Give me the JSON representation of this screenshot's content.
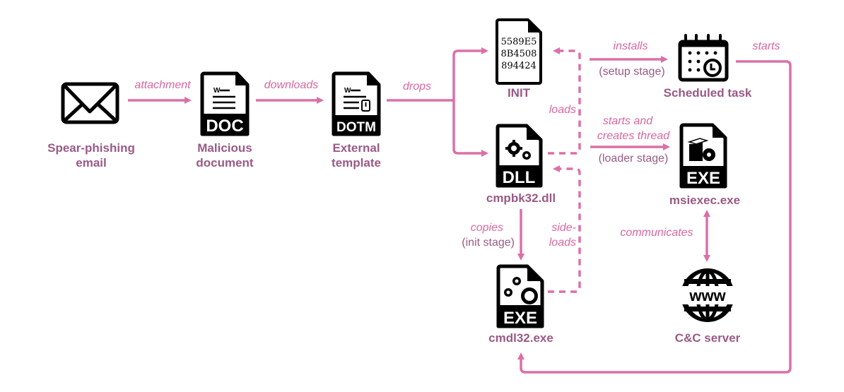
{
  "colors": {
    "edge": "#db70a8",
    "node_label": "#9a5a85",
    "edge_label": "#d9679f",
    "icon": "#000000"
  },
  "nodes": {
    "email": {
      "label_line1": "Spear-phishing",
      "label_line2": "email",
      "icon": "envelope-icon"
    },
    "doc": {
      "label_line1": "Malicious",
      "label_line2": "document",
      "icon": "doc-file-icon",
      "badge": "DOC"
    },
    "template": {
      "label_line1": "External",
      "label_line2": "template",
      "icon": "dotm-file-icon",
      "badge": "DOTM"
    },
    "init": {
      "label": "INIT",
      "icon": "hex-file-icon",
      "hex_lines": [
        "5589E5",
        "8B4508",
        "894424"
      ]
    },
    "dll": {
      "label": "cmpbk32.dll",
      "icon": "dll-file-icon",
      "badge": "DLL"
    },
    "cmdl": {
      "label": "cmdl32.exe",
      "icon": "exe-file-icon",
      "badge": "EXE"
    },
    "task": {
      "label": "Scheduled task",
      "icon": "calendar-clock-icon"
    },
    "msiexec": {
      "label": "msiexec.exe",
      "icon": "installer-exe-icon",
      "badge": "EXE"
    },
    "cnc": {
      "label": "C&C server",
      "icon": "globe-www-icon",
      "www": "www"
    }
  },
  "edges": {
    "attachment": "attachment",
    "downloads": "downloads",
    "drops": "drops",
    "loads": "loads",
    "installs": "installs",
    "setup_stage": "(setup stage)",
    "starts": "starts",
    "starts_thread_1": "starts and",
    "starts_thread_2": "creates thread",
    "loader_stage": "(loader stage)",
    "copies": "copies",
    "init_stage": "(init stage)",
    "sideloads_1": "side-",
    "sideloads_2": "loads",
    "communicates": "communicates"
  }
}
